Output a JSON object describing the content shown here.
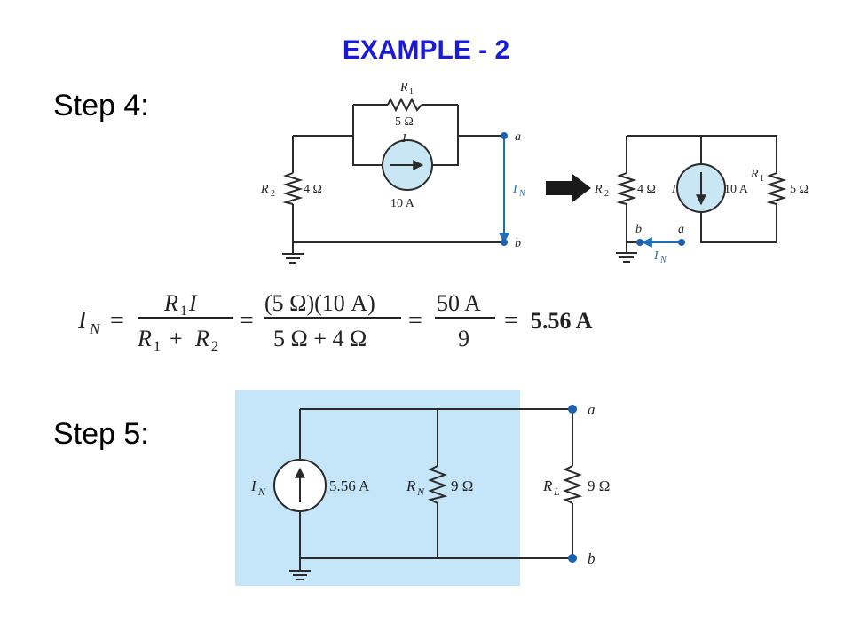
{
  "title": "EXAMPLE - 2",
  "steps": {
    "step4": "Step 4:",
    "step5": "Step 5:"
  },
  "colors": {
    "title": "#1a1adb",
    "wire": "#2b2b2b",
    "source_fill": "#c9e6f5",
    "terminal": "#1f5fb0",
    "current": "#1f6fb6",
    "panel": "#c5e6f8"
  },
  "circuit1": {
    "r1": {
      "name": "R",
      "sub": "1",
      "value": "5 Ω"
    },
    "r2": {
      "name": "R",
      "sub": "2",
      "value": "4 Ω"
    },
    "source": {
      "name": "I",
      "value": "10 A"
    },
    "terminal_a": "a",
    "terminal_b": "b",
    "current": {
      "name": "I",
      "sub": "N"
    }
  },
  "circuit2": {
    "r1": {
      "name": "R",
      "sub": "1",
      "value": "5 Ω"
    },
    "r2": {
      "name": "R",
      "sub": "2",
      "value": "4 Ω"
    },
    "source": {
      "name": "I",
      "value": "10 A"
    },
    "terminal_a": "a",
    "terminal_b": "b",
    "current": {
      "name": "I",
      "sub": "N"
    }
  },
  "equation": {
    "lhs": {
      "name": "I",
      "sub": "N"
    },
    "f1_num": {
      "r": "R",
      "sub": "1",
      "i": "I"
    },
    "f1_den": {
      "r1": "R",
      "sub1": "1",
      "plus": "+",
      "r2": "R",
      "sub2": "2"
    },
    "f2_num": "(5 Ω)(10 A)",
    "f2_den": "5 Ω + 4 Ω",
    "f3_num": "50 A",
    "f3_den": "9",
    "result": "5.56 A"
  },
  "circuit3": {
    "source": {
      "name": "I",
      "sub": "N",
      "value": "5.56 A"
    },
    "rn": {
      "name": "R",
      "sub": "N",
      "value": "9 Ω"
    },
    "rl": {
      "name": "R",
      "sub": "L",
      "value": "9 Ω"
    },
    "terminal_a": "a",
    "terminal_b": "b"
  }
}
